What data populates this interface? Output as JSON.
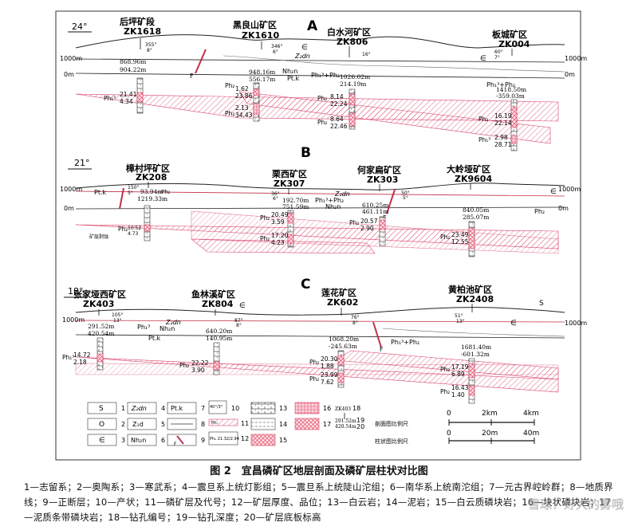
{
  "figure": {
    "caption": "图 2　宜昌磷矿区地层剖面及磷矿层柱状对比图",
    "legend_text": "1—志留系；2—奥陶系；3—寒武系；4—震旦系上统灯影组；5—震旦系上统陡山沱组；6—南华系上统南沱组；7—元古界崆岭群；8—地质界线；9—正断层；10—产状；11—磷矿层及代号；12—矿层厚度、品位；13—白云岩；14—泥岩；15—白云质磷块岩；16—块状磷块岩；17—泥质条带磷块岩；18—钻孔编号；19—钻孔深度；20—矿层底板标高",
    "watermark": "雪球：好大的雾哦"
  },
  "sections": [
    {
      "label": "A",
      "azimuth": "24°",
      "holes": [
        {
          "area": "后坪矿段",
          "id": "ZK1618",
          "depth": "868.96m",
          "elev": "904.22m",
          "dip": "355°",
          "dip_angle": "8°"
        },
        {
          "area": "黑良山矿区",
          "id": "ZK1610",
          "depth": "948.16m",
          "elev": "556.17m",
          "dip": "346°",
          "dip_angle": "6°"
        },
        {
          "area": "白水河矿区",
          "id": "ZK806",
          "depth": "1026.02m",
          "elev": "214.19m",
          "dip": "16°",
          "dip_angle": ""
        },
        {
          "area": "板城矿区",
          "id": "ZK004",
          "depth": "1418.50m",
          "elev": "-359.03m",
          "dip": "60°",
          "dip_angle": "7°"
        }
      ],
      "strata": {
        "u1": "Z₂dn",
        "u2": "Nh₂n",
        "u3": "Pt.k",
        "u4": "∈",
        "u5": "∈"
      },
      "ore_labels": [
        "Ph₁³+Ph₂",
        "Ph₁³+Ph₂"
      ],
      "values": [
        {
          "ph": "Ph₁³",
          "a": "21.41",
          "b": "4.34"
        },
        {
          "ph": "Ph₂",
          "a": "1.62",
          "b": "23.86"
        },
        {
          "ph": "Ph₂",
          "a": "2.13",
          "b": "34.43"
        },
        {
          "ph": "Ph₂",
          "a": "8.14",
          "b": "22.24"
        },
        {
          "ph": "Ph₂",
          "a": "8.64",
          "b": "22.46"
        },
        {
          "ph": "Ph₂",
          "a": "16.19",
          "b": "22.14"
        },
        {
          "ph": "Ph₁³",
          "a": "2.98",
          "b": "28.71"
        }
      ]
    },
    {
      "label": "B",
      "azimuth": "21°",
      "holes": [
        {
          "area": "樟村坪矿区",
          "id": "ZK208",
          "depth": "93.94m",
          "elev": "1219.33m",
          "dip": "150°",
          "dip_angle": "5°"
        },
        {
          "area": "栗西矿区",
          "id": "ZK307",
          "depth": "192.70m",
          "elev": "751.59m",
          "dip": "36°",
          "dip_angle": "6°"
        },
        {
          "area": "何家扁矿区",
          "id": "ZK303",
          "depth": "610.25m",
          "elev": "461.11m",
          "dip": "50°",
          "dip_angle": "5°"
        },
        {
          "area": "大岭垭矿区",
          "id": "ZK9604",
          "depth": "840.05m",
          "elev": "285.07m",
          "dip": "",
          "dip_angle": ""
        }
      ],
      "strata": {
        "u1": "Pt.k",
        "u2": "Ph₂",
        "u3": "Z₂dn",
        "u4": "Nh₂n",
        "u5": "∈"
      },
      "ore_labels": [
        "Ph₁³+Ph₂",
        "Ph₂"
      ],
      "note": "矿层剥蚀",
      "values": [
        {
          "ph": "Ph₂",
          "a": "10.52",
          "b": "4.73"
        },
        {
          "ph": "Ph₂",
          "a": "20.49",
          "b": "3.59"
        },
        {
          "ph": "Ph₂",
          "a": "17.20",
          "b": "4.23"
        },
        {
          "ph": "Ph₂",
          "a": "20.57",
          "b": "2.90"
        },
        {
          "ph": "Ph₂",
          "a": "23.49",
          "b": "12.55"
        }
      ]
    },
    {
      "label": "C",
      "azimuth": "18°",
      "holes": [
        {
          "area": "张家垭西矿区",
          "id": "ZK403",
          "depth": "291.52m",
          "elev": "420.54m",
          "dip": "105°",
          "dip_angle": "13°"
        },
        {
          "area": "鱼林溪矿区",
          "id": "ZK804",
          "depth": "640.20m",
          "elev": "140.95m",
          "dip": "87°",
          "dip_angle": "8°"
        },
        {
          "area": "莲花矿区",
          "id": "ZK602",
          "depth": "1068.20m",
          "elev": "-245.63m",
          "dip": "76°",
          "dip_angle": "8°"
        },
        {
          "area": "黄柏池矿区",
          "id": "ZK2408",
          "depth": "1681.40m",
          "elev": "-601.32m",
          "dip": "51°",
          "dip_angle": "13°"
        }
      ],
      "strata": {
        "u1": "Z₂dn",
        "u2": "Ph₁³",
        "u3": "Nh₂n",
        "u4": "Pt.k",
        "u5": "∈",
        "u6": "Ph₁³+Ph₂",
        "u7": "S",
        "u8": "∈"
      },
      "values": [
        {
          "ph": "Ph₁³",
          "a": "14.72",
          "b": "2.18"
        },
        {
          "ph": "Ph₂",
          "a": "22.22",
          "b": "3.90"
        },
        {
          "ph": "Ph₂",
          "a": "20.30",
          "b": "1.88"
        },
        {
          "ph": "Ph₂",
          "a": "23.99",
          "b": "7.62"
        },
        {
          "ph": "Ph₂",
          "a": "17.19",
          "b": "6.89"
        },
        {
          "ph": "Ph₂",
          "a": "16.43",
          "b": "1.40"
        }
      ]
    }
  ],
  "axis": {
    "top": "1000m",
    "bottom": "0m"
  },
  "legend": {
    "items": [
      {
        "num": "1",
        "sym": "S"
      },
      {
        "num": "2",
        "sym": "O"
      },
      {
        "num": "3",
        "sym": "∈"
      },
      {
        "num": "4",
        "sym": "Z₂dn"
      },
      {
        "num": "5",
        "sym": "Z₁d"
      },
      {
        "num": "6",
        "sym": "Nh₂n"
      },
      {
        "num": "7",
        "sym": "Pt.k"
      },
      {
        "num": "8",
        "sym": ""
      },
      {
        "num": "9",
        "sym": "F"
      },
      {
        "num": "10",
        "sym": "40°/3°"
      },
      {
        "num": "11",
        "sym": "Ph₁"
      },
      {
        "num": "12",
        "sym": "Ph₂ 21.32/2.94"
      },
      {
        "num": "13",
        "sym": ""
      },
      {
        "num": "14",
        "sym": ""
      },
      {
        "num": "15",
        "sym": ""
      },
      {
        "num": "16",
        "sym": ""
      },
      {
        "num": "17",
        "sym": ""
      },
      {
        "num": "18",
        "sym": "ZK403"
      },
      {
        "num": "19",
        "sym": "291.52m"
      },
      {
        "num": "20",
        "sym": "420.54m"
      }
    ],
    "scale_section": "剖面图比例尺",
    "scale_column": "柱状图比例尺",
    "scale_section_ticks": [
      "0",
      "2km",
      "4km"
    ],
    "scale_column_ticks": [
      "0",
      "20m",
      "40m"
    ]
  }
}
